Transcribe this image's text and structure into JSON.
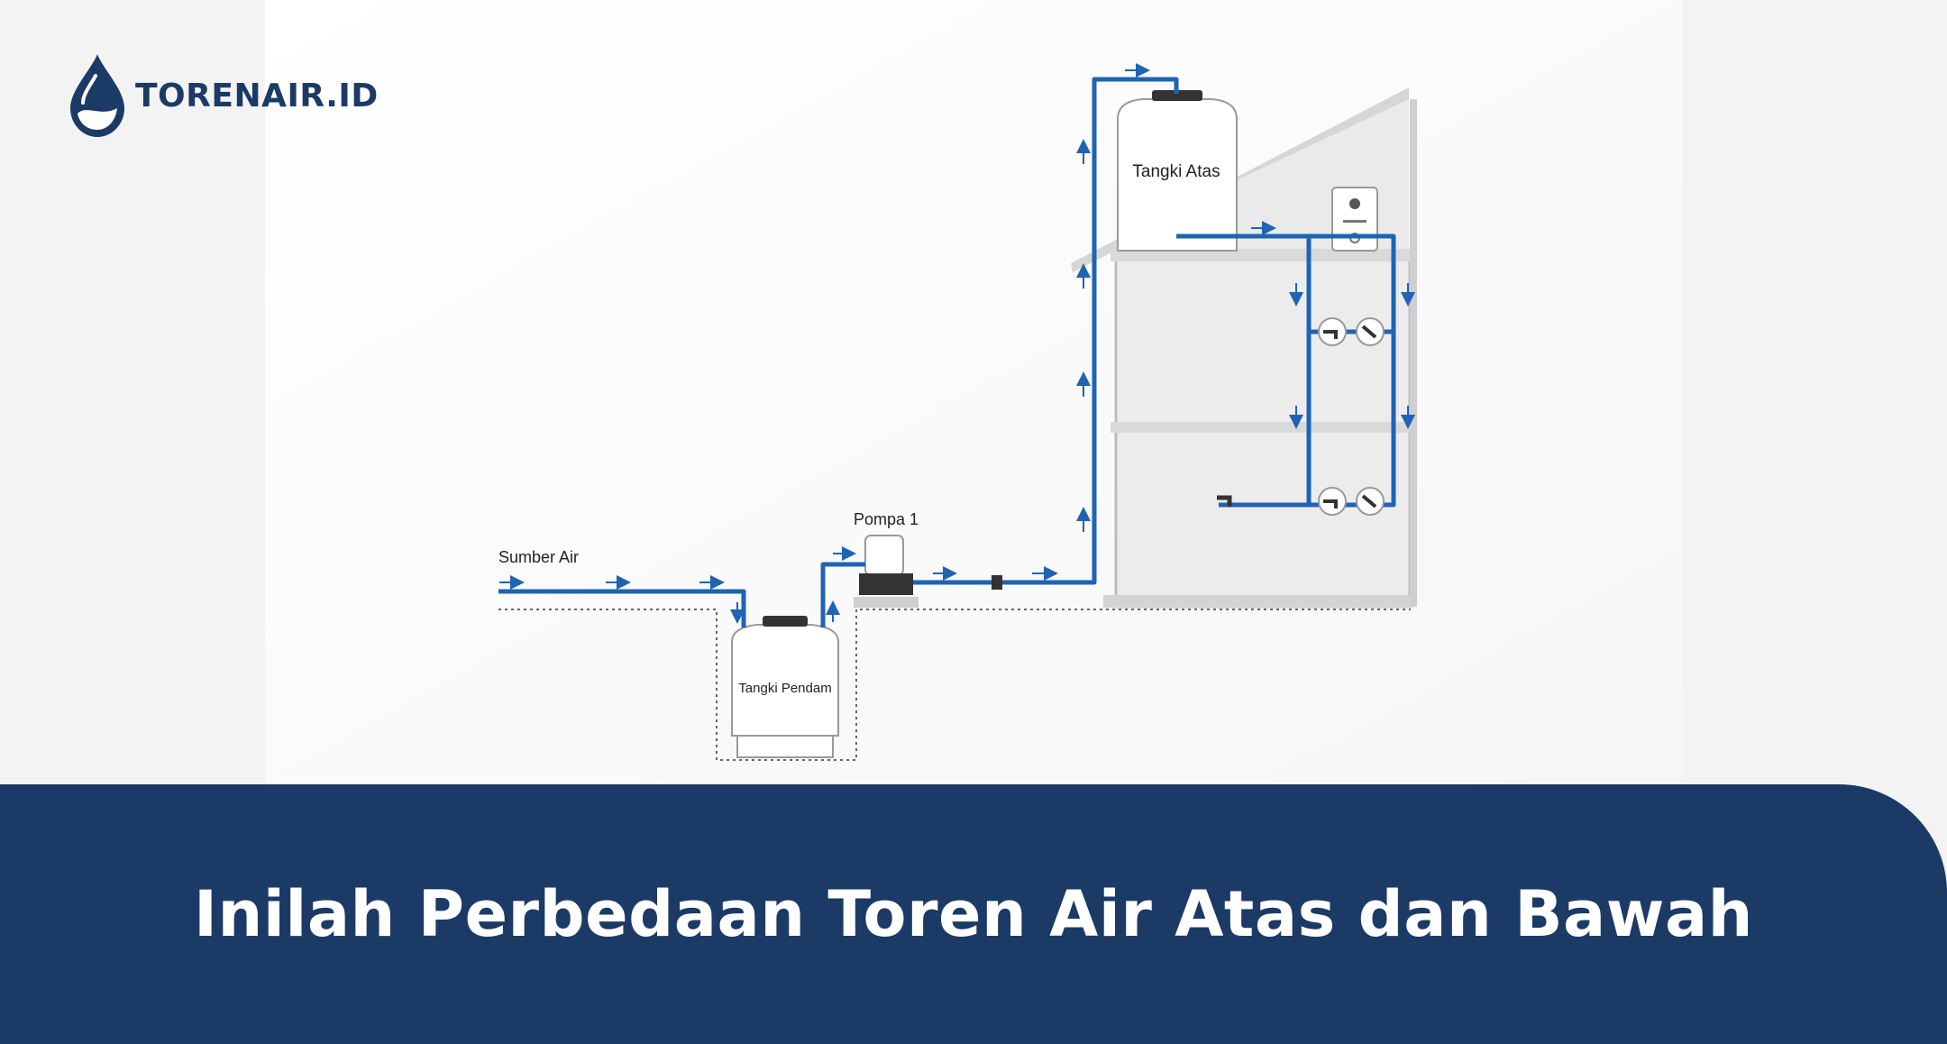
{
  "brand": {
    "name": "TORENAIR.ID",
    "color": "#1b3a66"
  },
  "diagram": {
    "labels": {
      "source": "Sumber Air",
      "pump": "Pompa 1",
      "underground_tank": "Tangki Pendam",
      "roof_tank": "Tangki Atas"
    },
    "colors": {
      "pipe": "#1f64b3",
      "panel": "#ffffff",
      "wall": "#ededed",
      "line": "#999999"
    },
    "icons": [
      "water-drop-icon",
      "arrow-icon",
      "faucet-icon",
      "valve-icon",
      "water-heater-icon",
      "pump-icon"
    ]
  },
  "banner": {
    "title": "Inilah Perbedaan Toren Air Atas dan Bawah",
    "color": "#1b3a66"
  }
}
